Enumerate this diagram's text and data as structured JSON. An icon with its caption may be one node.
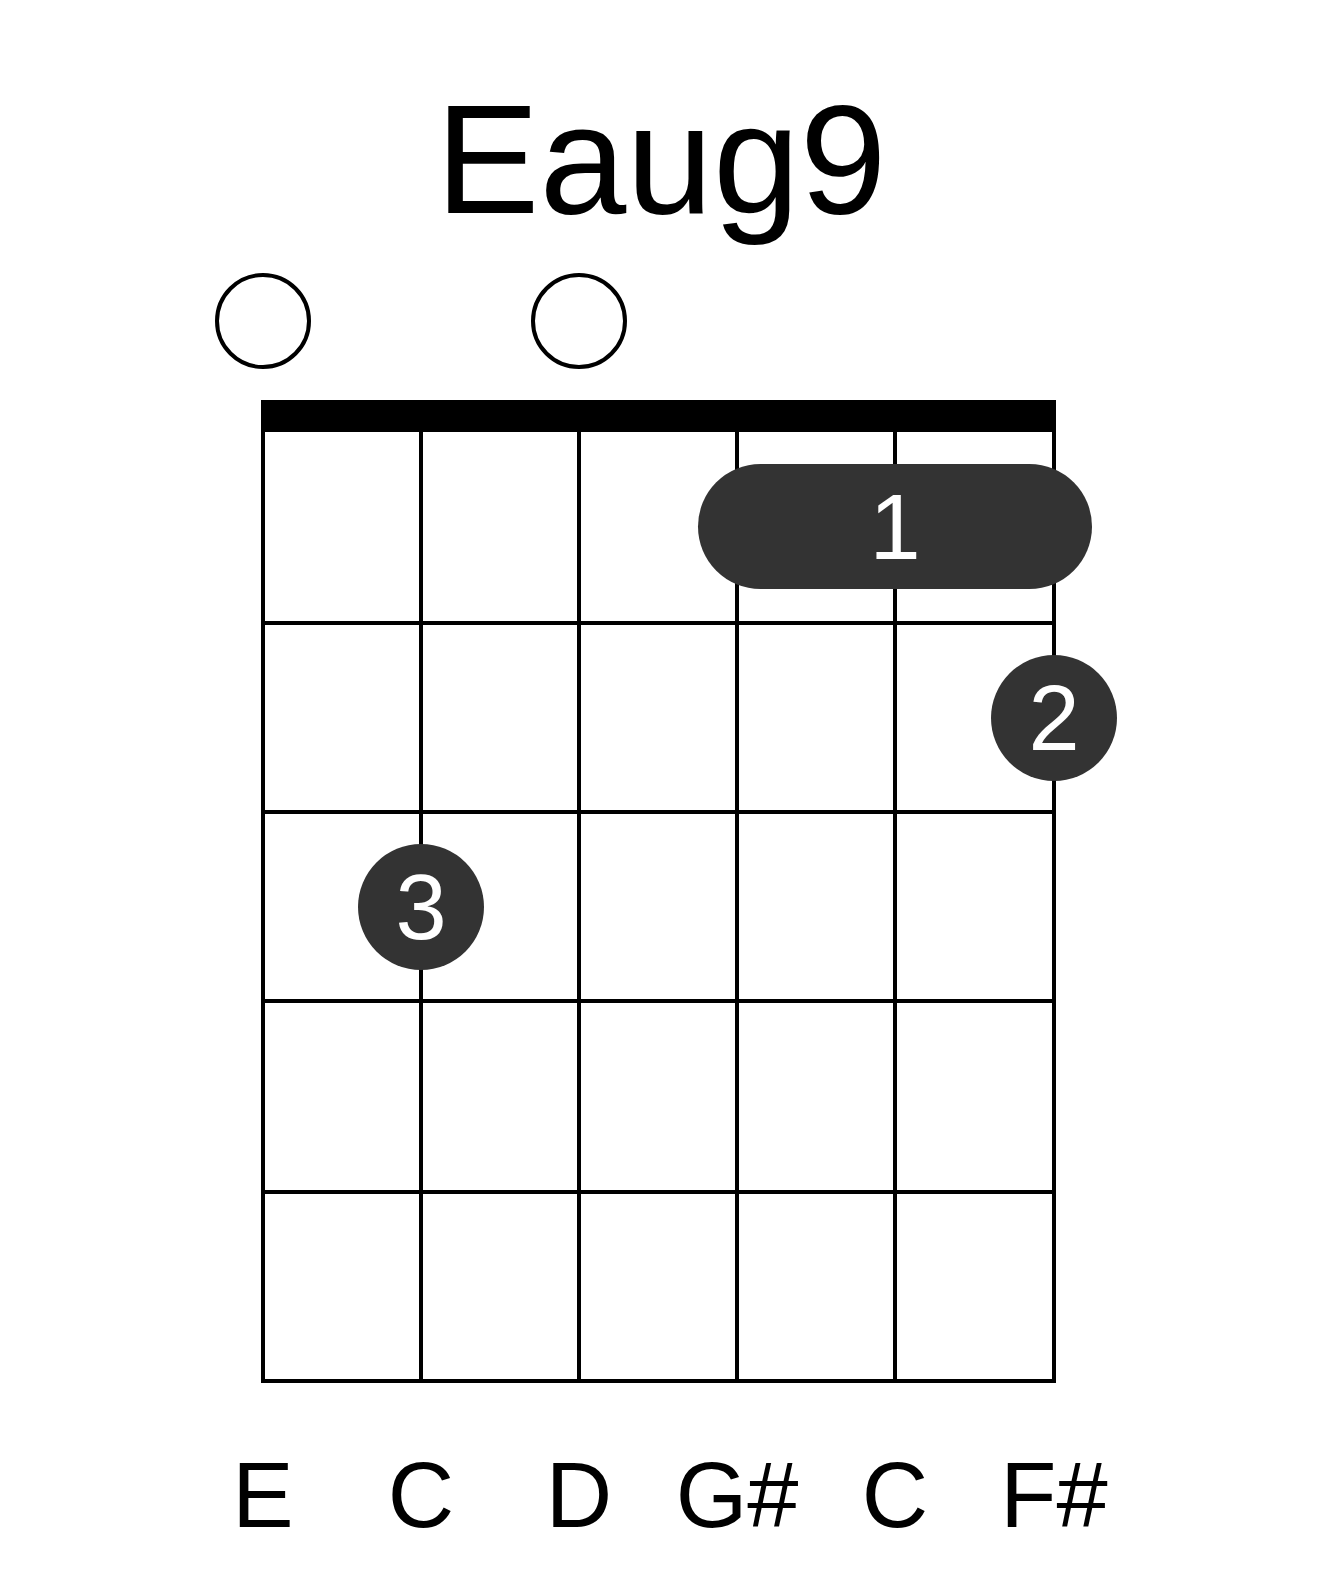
{
  "diagram": {
    "title": "Eaug9",
    "nodes": [
      {
        "text": [],
        "shape": "circle"
      },
      {
        "text": [],
        "shape": "circle"
      },
      {
        "text": [
          "1"
        ]
      },
      {
        "text": [
          "2"
        ]
      },
      {
        "text": [
          "3"
        ]
      }
    ],
    "labels": [
      "E",
      "C",
      "D",
      "G#",
      "C",
      "F#"
    ]
  }
}
